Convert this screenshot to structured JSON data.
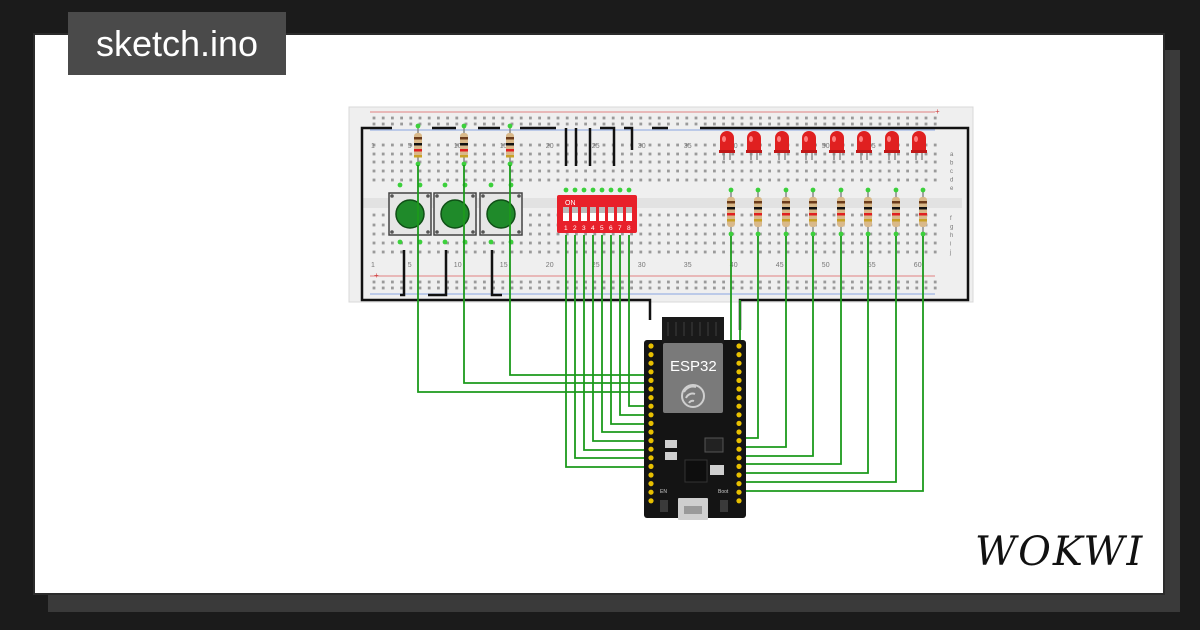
{
  "title_tag": {
    "label": "sketch.ino"
  },
  "brand": {
    "label": "WOKWI"
  },
  "breadboard": {
    "row_numbers": [
      "1",
      "5",
      "10",
      "15",
      "20",
      "25",
      "30",
      "35",
      "40",
      "45",
      "50",
      "55",
      "60"
    ],
    "row_letters_top": [
      "a",
      "b",
      "c",
      "d",
      "e"
    ],
    "row_letters_bottom": [
      "f",
      "g",
      "h",
      "i",
      "j"
    ],
    "rail_plus": "+"
  },
  "mcu": {
    "label": "ESP32",
    "btn_left": "EN",
    "btn_right": "Boot"
  },
  "dip_switch": {
    "on_label": "ON",
    "positions": [
      "1",
      "2",
      "3",
      "4",
      "5",
      "6",
      "7",
      "8"
    ]
  },
  "colors": {
    "wire_green": "#1c9a1c",
    "wire_black": "#111111",
    "led_red": "#e02020",
    "button_green": "#1f8a2a",
    "dip_red": "#e8202a",
    "board_bg": "#efefef"
  },
  "components": {
    "pushbutton_count": 3,
    "led_count": 8,
    "resistor_top_count": 3,
    "resistor_led_count": 8
  }
}
